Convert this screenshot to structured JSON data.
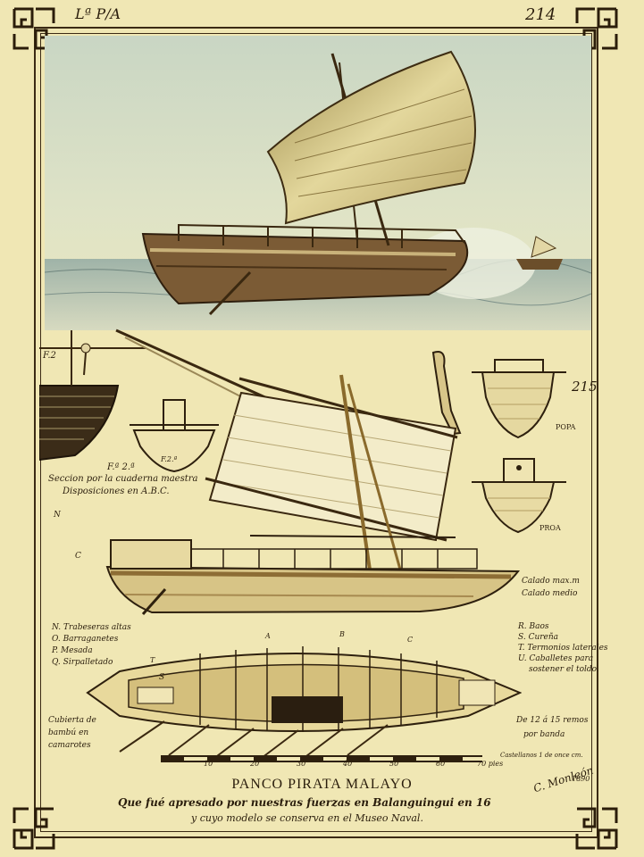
{
  "header": {
    "series_label": "Lª P/A",
    "page_number": "214",
    "side_number": "215"
  },
  "figures": {
    "f2": "F.2",
    "f2_sub": "F.ª 2.ª",
    "f2_small": "F.2.ª",
    "section_caption_1": "Seccion por la cuaderna maestra",
    "section_caption_2": "Disposiciones en A.B.C.",
    "popa": "POPA",
    "proa": "PROA",
    "label_n": "N",
    "label_c": "C",
    "calado_1": "Calado max.m",
    "calado_2": "Calado medio"
  },
  "legend_left": [
    "N. Trabeseras altas",
    "O. Barraganetes",
    "P. Mesada",
    "Q. Sirpalletado"
  ],
  "legend_right": [
    "R. Baos",
    "S. Cureña",
    "T. Termonios laterales",
    "U. Caballetes para",
    "sostener el toldo."
  ],
  "plan_labels": {
    "a": "A",
    "b": "B",
    "c": "C",
    "s": "S",
    "t": "T",
    "left_note_1": "Cubierta de",
    "left_note_2": "bambú en",
    "left_note_3": "camarotes",
    "right_note_1": "De 12 á 15 remos",
    "right_note_2": "por banda"
  },
  "scale": {
    "ticks": [
      "10",
      "20",
      "30",
      "40",
      "50",
      "60",
      "70 pies"
    ],
    "note": "Castellanos 1 de once cm."
  },
  "title": {
    "main": "PANCO PIRATA MALAYO",
    "line1": "Que fué apresado por nuestras fuerzas en Balanguingui en 16",
    "line2": "y cuyo modelo se conserva en el Museo Naval."
  },
  "signature": {
    "name": "C. Monleón",
    "year": "1890"
  }
}
